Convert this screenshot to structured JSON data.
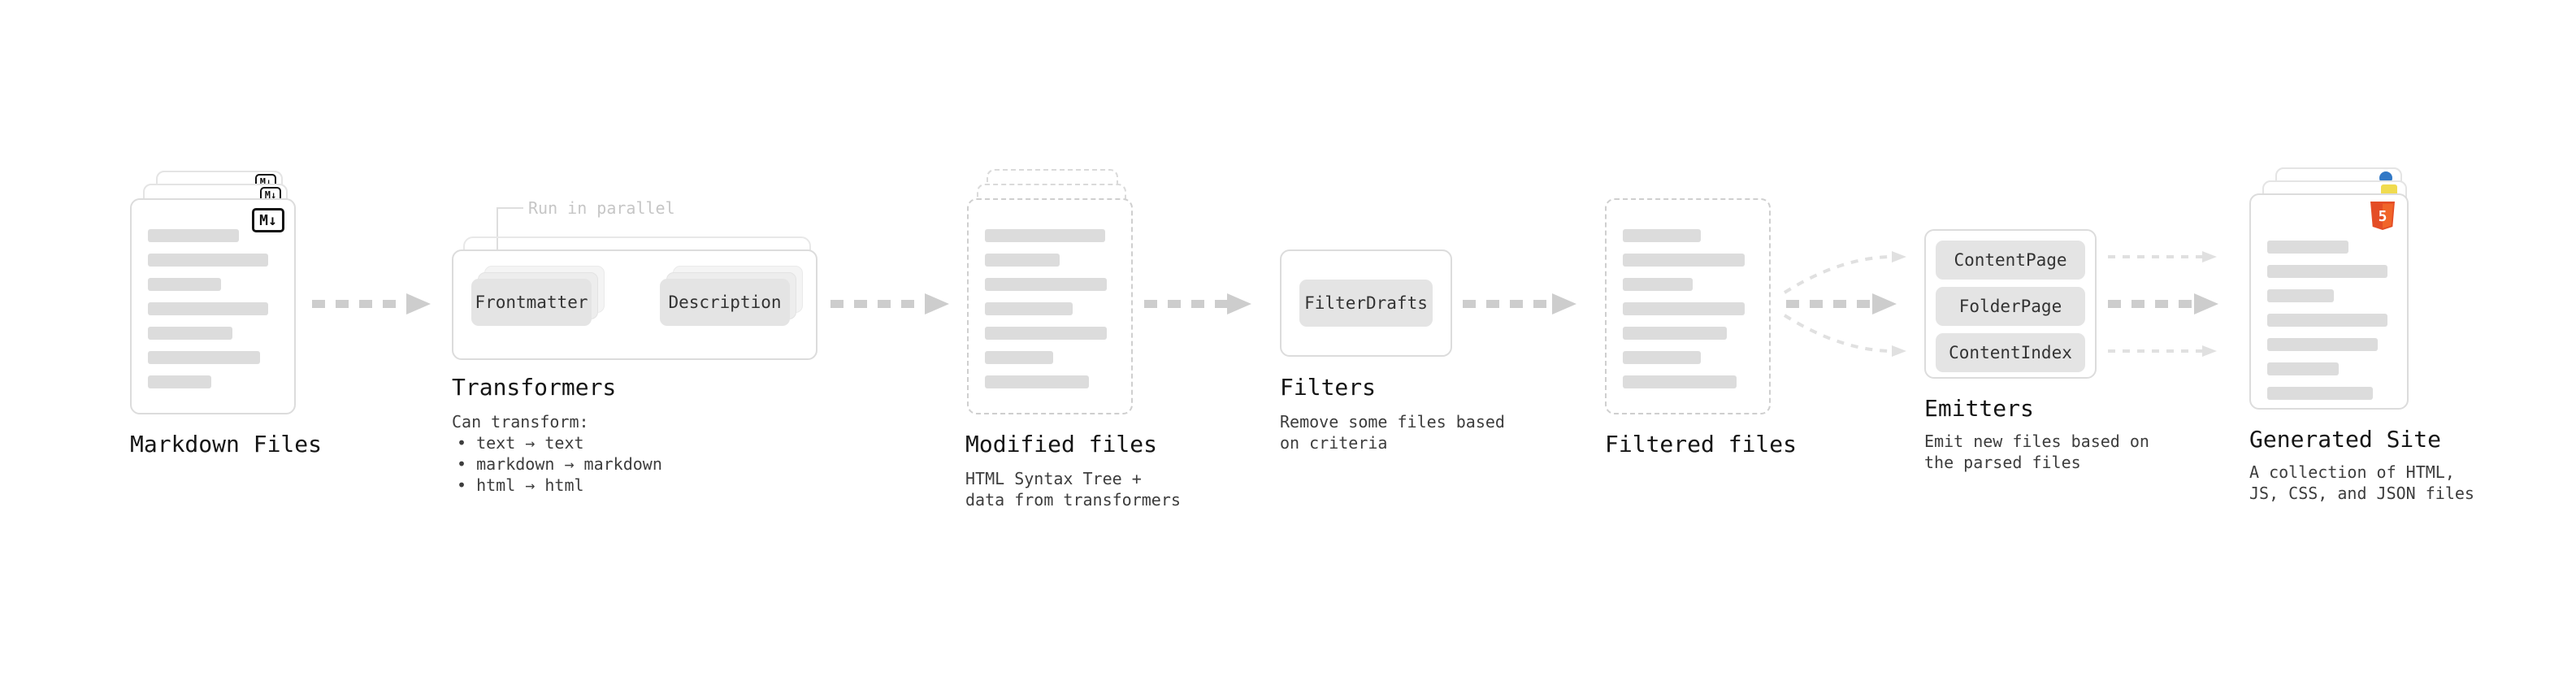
{
  "diagram": {
    "annotation_run_parallel": "Run in parallel"
  },
  "icons": {
    "markdown_label": "M↓",
    "html5_label": "5"
  },
  "nodes": {
    "markdown_files": {
      "title": "Markdown Files"
    },
    "transformers": {
      "title": "Transformers",
      "chips": [
        "Frontmatter",
        "Description"
      ],
      "caption_lines": [
        "Can transform:",
        "• text → text",
        "• markdown → markdown",
        "• html → html"
      ]
    },
    "modified_files": {
      "title": "Modified files",
      "caption_lines": [
        "HTML Syntax Tree +",
        "data from transformers"
      ]
    },
    "filters": {
      "title": "Filters",
      "chips": [
        "FilterDrafts"
      ],
      "caption_lines": [
        "Remove some files based",
        "on criteria"
      ]
    },
    "filtered_files": {
      "title": "Filtered files"
    },
    "emitters": {
      "title": "Emitters",
      "chips": [
        "ContentPage",
        "FolderPage",
        "ContentIndex"
      ],
      "caption_lines": [
        "Emit new files based on",
        "the parsed files"
      ]
    },
    "generated_site": {
      "title": "Generated Site",
      "caption_lines": [
        "A collection of HTML,",
        "JS, CSS, and JSON files"
      ]
    }
  },
  "colors": {
    "arrow": "#cdcdcd",
    "arrow_light": "#e0e0e0",
    "chip_bg": "#e4e4e4",
    "card_border": "#dcdcdc",
    "html5_orange": "#e44d26",
    "js_yellow": "#f0db4f",
    "css_blue": "#3178c6"
  }
}
